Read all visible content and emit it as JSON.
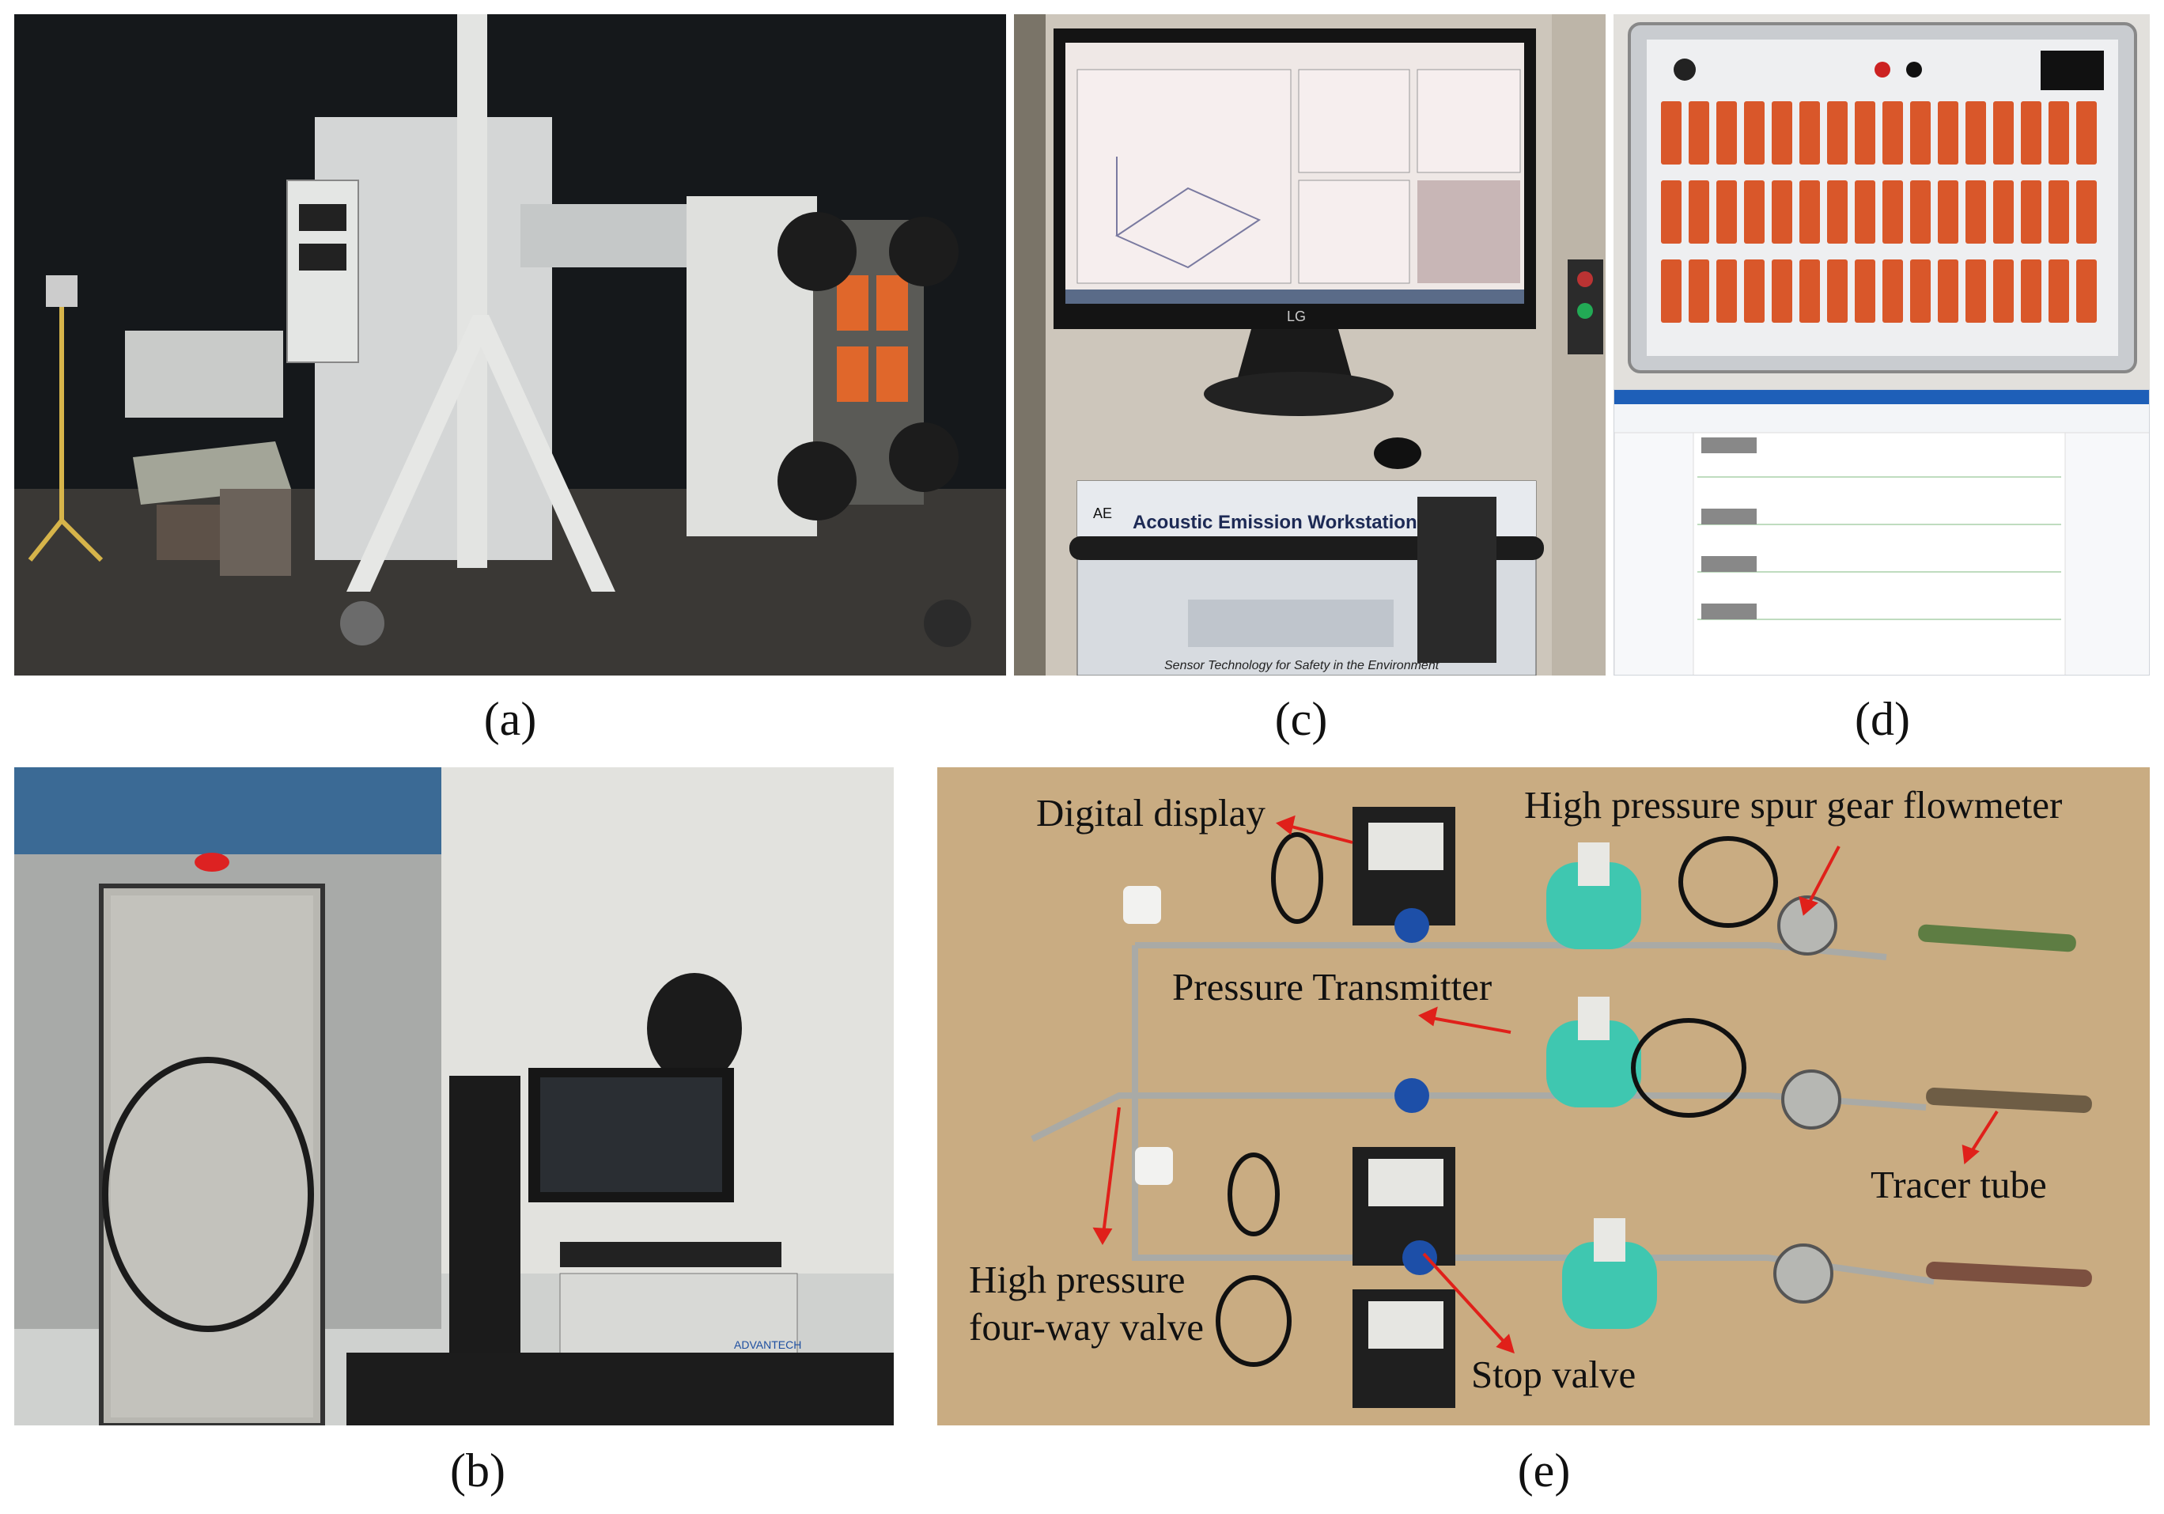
{
  "captions": {
    "a": "(a)",
    "b": "(b)",
    "c": "(c)",
    "d": "(d)",
    "e": "(e)"
  },
  "panel_c": {
    "monitor_brand": "LG",
    "workstation_label": "Acoustic Emission Workstation",
    "workstation_footer": "Sensor Technology for Safety in the Environment"
  },
  "panel_b": {
    "pc_brand": "ADVANTECH"
  },
  "panel_e": {
    "labels": {
      "digital_display": "Digital display",
      "flowmeter": "High pressure spur gear flowmeter",
      "pressure_transmitter": "Pressure Transmitter",
      "tracer_tube": "Tracer tube",
      "four_way_valve_line1": "High pressure",
      "four_way_valve_line2": "four-way valve",
      "stop_valve": "Stop valve"
    },
    "arrow_color": "#e0201a"
  },
  "colors": {
    "terminal_orange": "#d9572a",
    "transmitter_green": "#3fc7b0",
    "valve_blue": "#1d4fa8"
  }
}
